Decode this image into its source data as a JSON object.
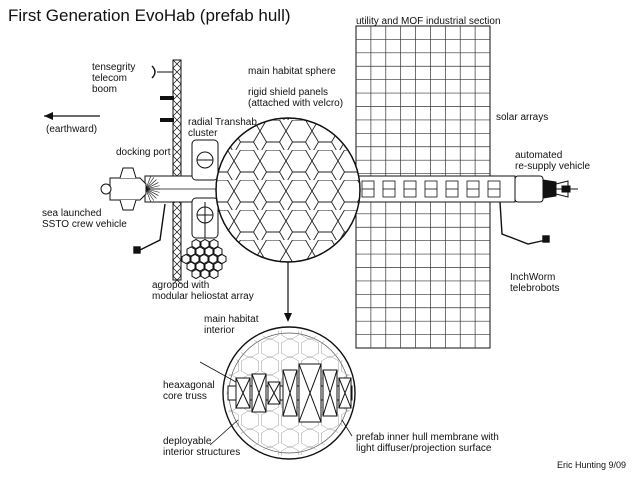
{
  "title": "First Generation EvoHab (prefab hull)",
  "labels": {
    "utility_mof": "utility and MOF industrial section",
    "tensegrity": "tensegrity\ntelecom\nboom",
    "main_sphere": "main habitat sphere",
    "shield_panels": "rigid shield panels\n(attached with velcro)",
    "earthward": "(earthward)",
    "radial_transhab": "radial Transhab\ncluster",
    "solar_arrays": "solar arrays",
    "docking_port": "docking port",
    "resupply": "automated\nre-supply vehicle",
    "ssto": "sea launched\nSSTO crew vehicle",
    "agropod": "agropod with\nmodular heliostat array",
    "inchworm": "InchWorm\ntelebrobots",
    "interior": "main habitat\ninterior",
    "core_truss": "heaxagonal\ncore truss",
    "deployable": "deployable\ninterior structures",
    "membrane": "prefab inner hull membrane with\nlight diffuser/projection surface"
  },
  "credit": "Eric Hunting 9/09",
  "colors": {
    "line": "#111111",
    "fill": "#ffffff",
    "grid": "#444444"
  }
}
